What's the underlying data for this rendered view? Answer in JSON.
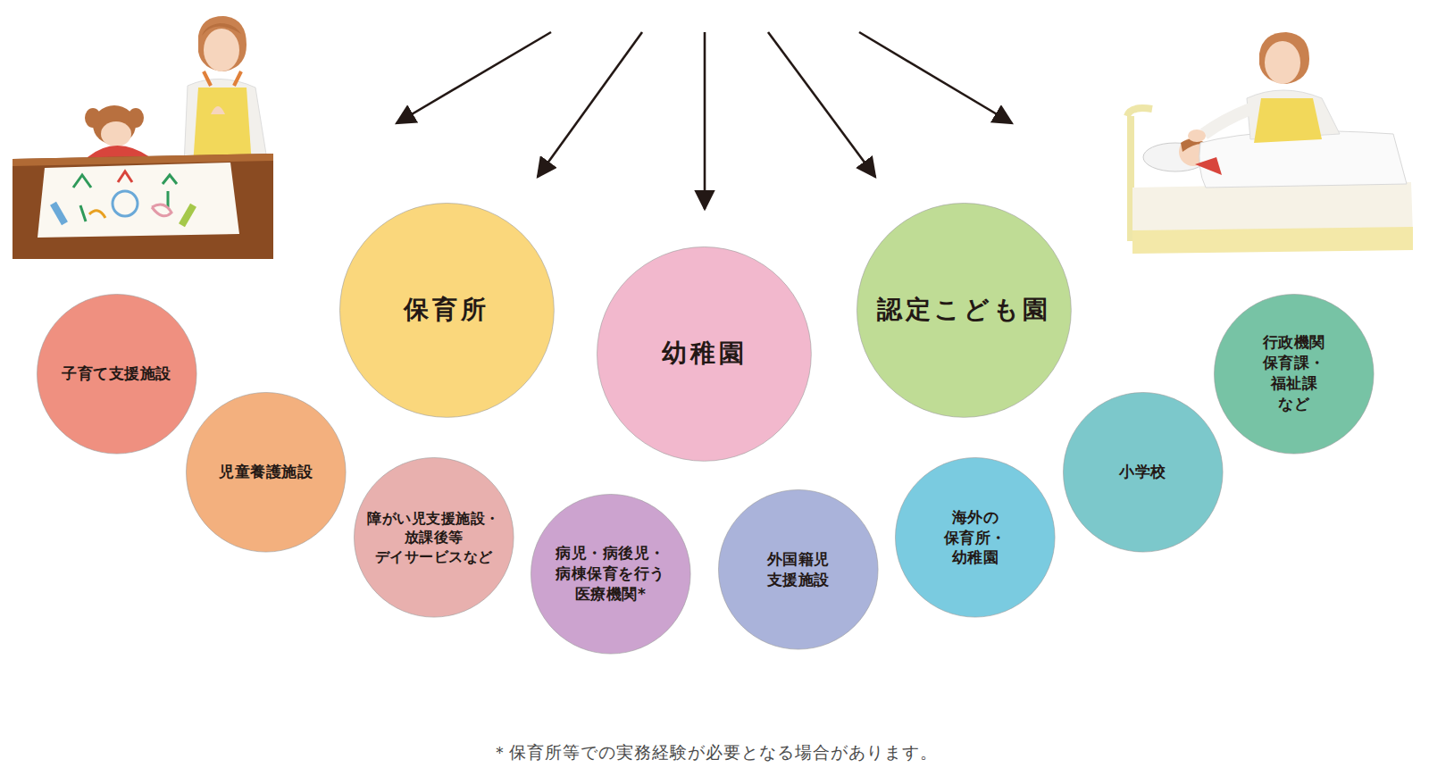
{
  "diagram": {
    "caption": "＊保育所等での実務経験が必要となる場合があります。",
    "nodes": [
      {
        "text": [
          "保育所"
        ]
      },
      {
        "text": [
          "幼稚園"
        ]
      },
      {
        "text": [
          "認定こども園"
        ]
      },
      {
        "text": [
          "子育て支援施設"
        ]
      },
      {
        "text": [
          "児童養護施設"
        ]
      },
      {
        "text": [
          "障がい児支援施設・ 放課後等 デイサービスなど"
        ]
      },
      {
        "text": [
          "病児・病後児・ 病棟保育を行う 医療機関*"
        ]
      },
      {
        "text": [
          "外国籍児 支援施設"
        ]
      },
      {
        "text": [
          "海外の 保育所・幼稚園"
        ]
      },
      {
        "text": [
          "小学校"
        ]
      },
      {
        "text": [
          "行政機関 保育課・福祉課 など"
        ]
      }
    ]
  }
}
